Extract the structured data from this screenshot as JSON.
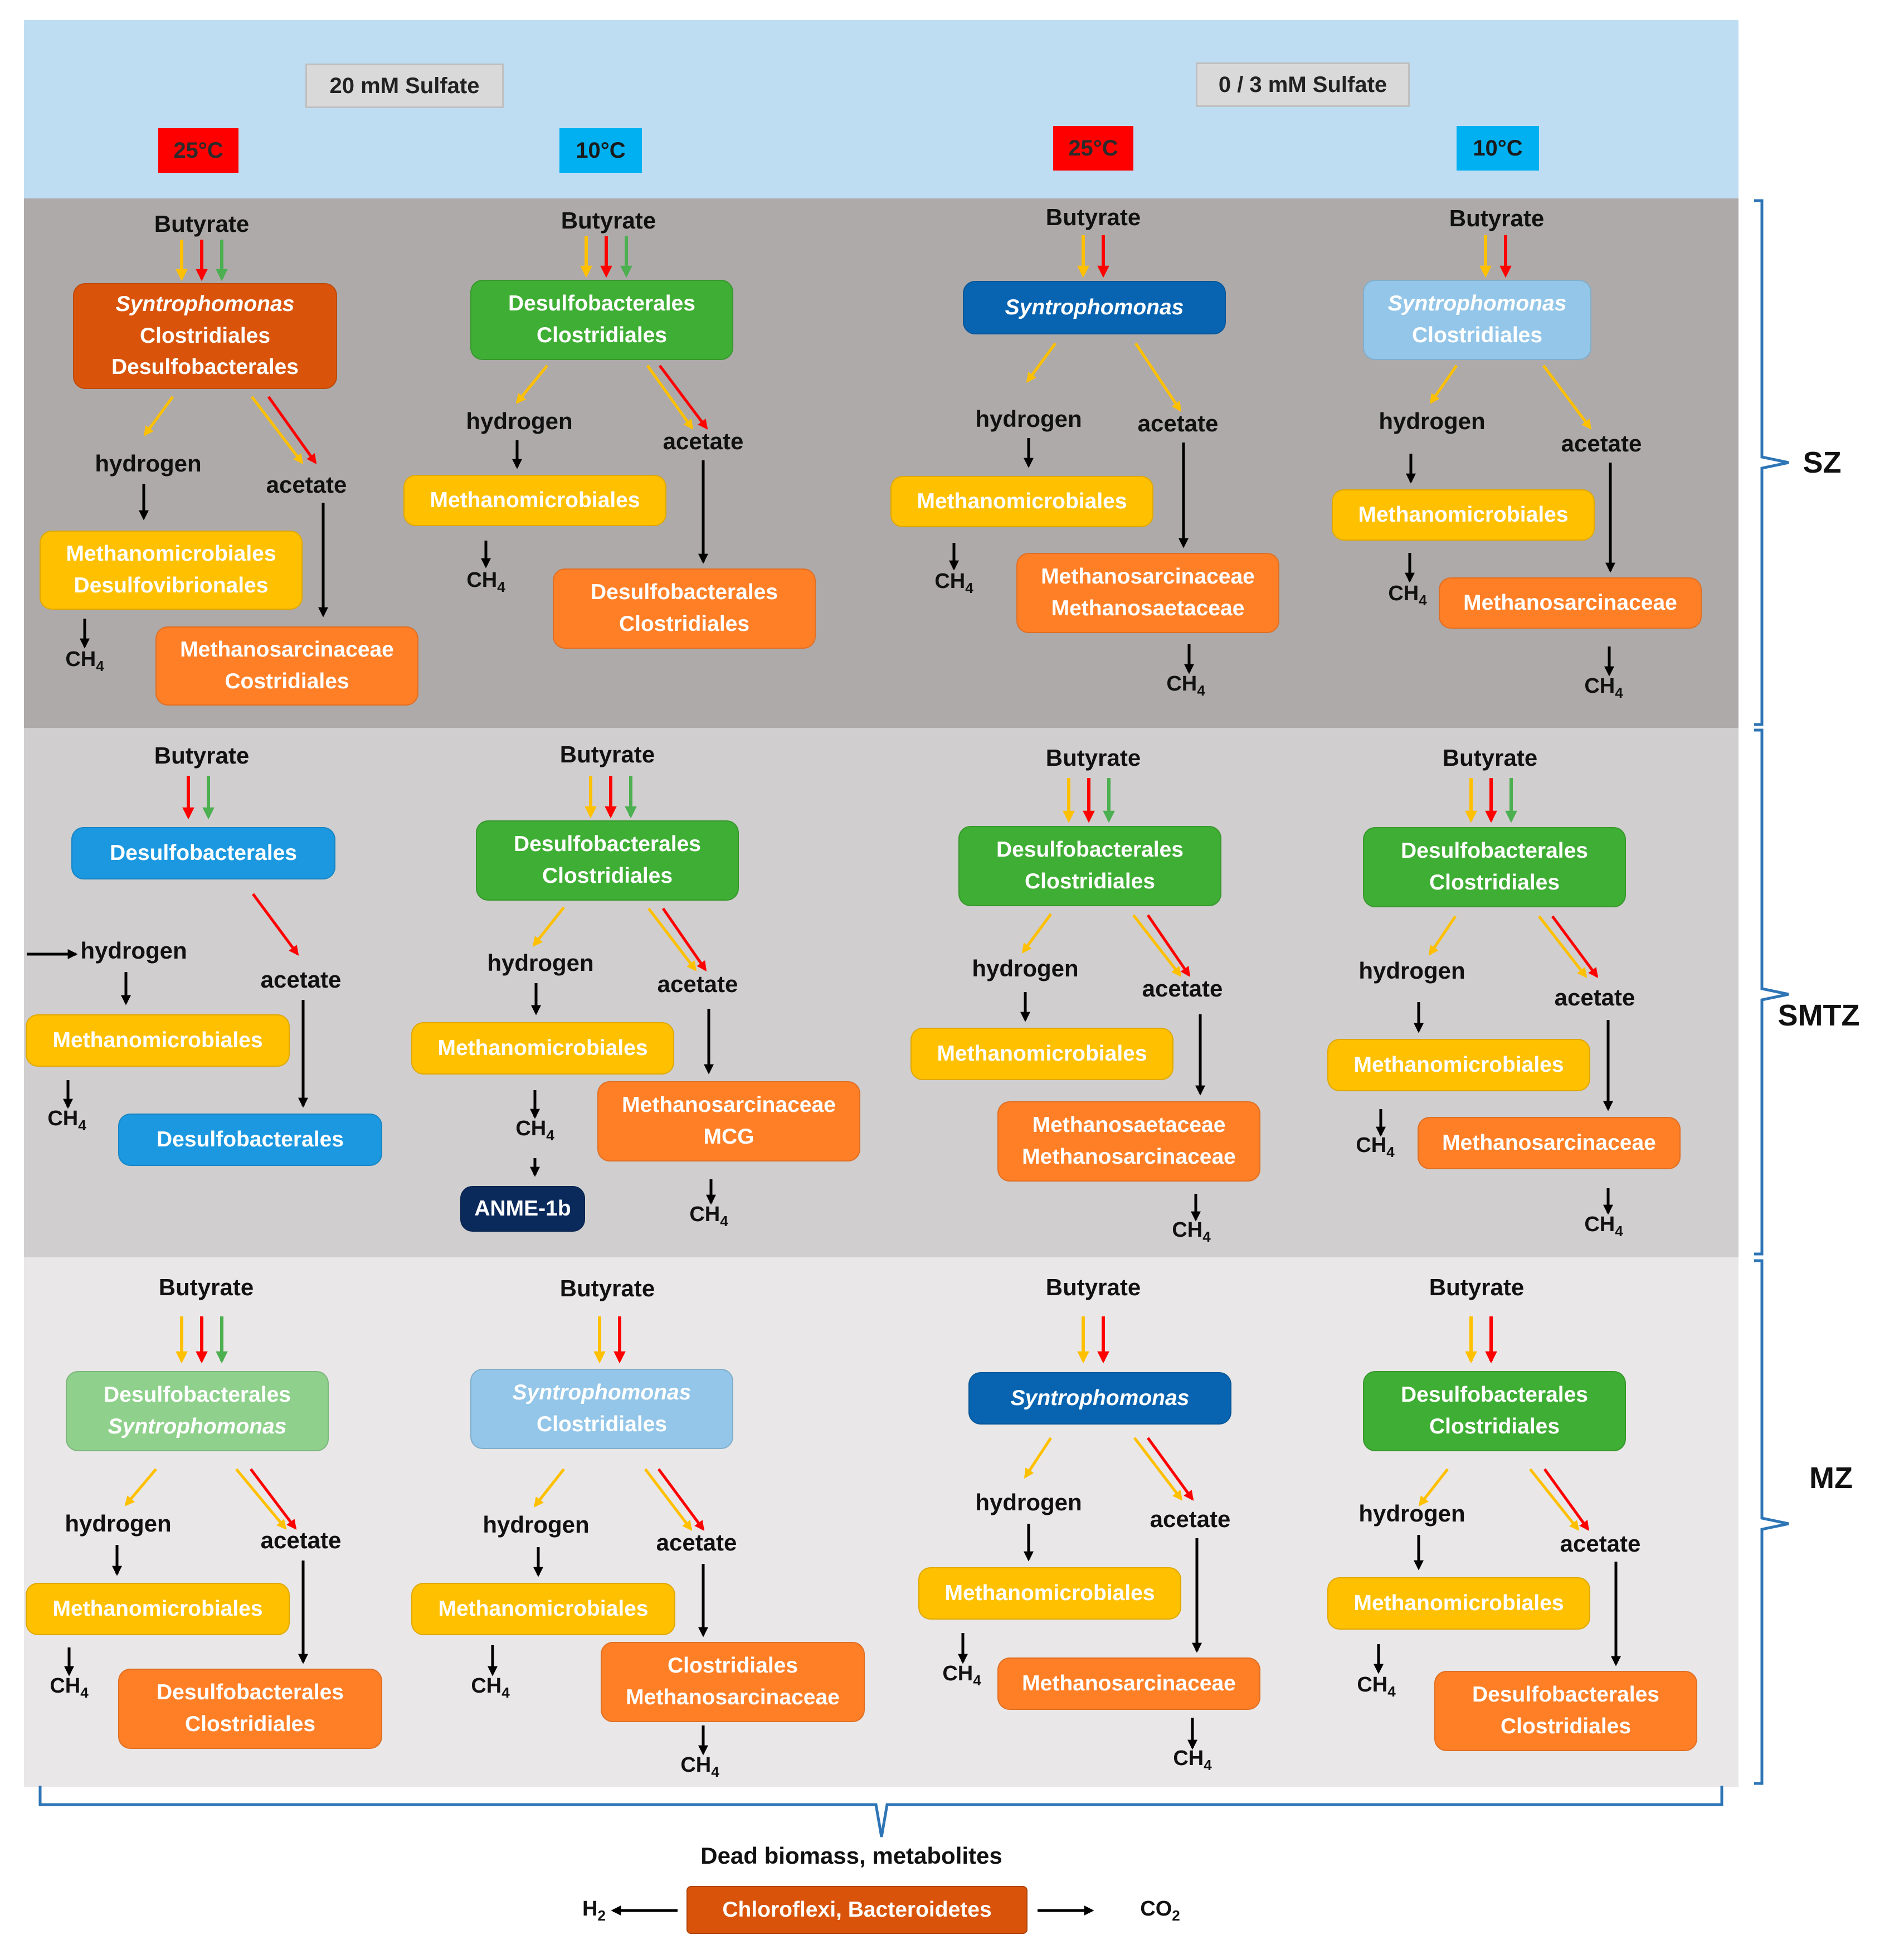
{
  "conditions": {
    "high_sulfate": "20 mM Sulfate",
    "low_sulfate": "0 / 3 mM Sulfate",
    "temp_25": "25°C",
    "temp_10": "10°C"
  },
  "zones": {
    "sz": "SZ",
    "smtz": "SMTZ",
    "mz": "MZ"
  },
  "labels": {
    "butyrate": "Butyrate",
    "hydrogen": "hydrogen",
    "acetate": "acetate",
    "ch4_base": "CH",
    "ch4_sub": "4"
  },
  "colors": {
    "top_band": "#bfddf2",
    "sz_band": "#aeaaaa",
    "smtz_band": "#d0cece",
    "mz_band": "#e9e7e7",
    "arrow_yellow": "#ffc000",
    "arrow_red": "#ff0000",
    "arrow_green": "#4caf50",
    "arrow_black": "#000000",
    "bracket": "#2e75b6",
    "box_yellow": "#ffc000",
    "box_orange": "#ff7f27",
    "box_dark_orange": "#d9540a",
    "box_green": "#3fae34",
    "box_light_green": "#8fd18c",
    "box_blue": "#1b98e0",
    "box_dark_blue": "#0864b0",
    "box_light_blue": "#93c6e8",
    "box_navy": "#0b2a5c"
  },
  "cells": {
    "sz_25_high": {
      "fermenters": [
        "Syntrophomonas",
        "Clostridiales",
        "Desulfobacterales"
      ],
      "hydrogen_users": [
        "Methanomicrobiales",
        "Desulfovibrionales"
      ],
      "acetate_users": [
        "Methanosarcinaceae",
        "Costridiales"
      ]
    },
    "sz_10_high": {
      "fermenters": [
        "Desulfobacterales",
        "Clostridiales"
      ],
      "hydrogen_users": [
        "Methanomicrobiales"
      ],
      "acetate_users": [
        "Desulfobacterales",
        "Clostridiales"
      ]
    },
    "sz_25_low": {
      "fermenters": [
        "Syntrophomonas"
      ],
      "hydrogen_users": [
        "Methanomicrobiales"
      ],
      "acetate_users": [
        "Methanosarcinaceae",
        "Methanosaetaceae"
      ]
    },
    "sz_10_low": {
      "fermenters": [
        "Syntrophomonas",
        "Clostridiales"
      ],
      "hydrogen_users": [
        "Methanomicrobiales"
      ],
      "acetate_users": [
        "Methanosarcinaceae"
      ]
    },
    "smtz_25_high": {
      "fermenters": [
        "Desulfobacterales"
      ],
      "hydrogen_users": [
        "Methanomicrobiales"
      ],
      "acetate_users": [
        "Desulfobacterales"
      ]
    },
    "smtz_10_high": {
      "fermenters": [
        "Desulfobacterales",
        "Clostridiales"
      ],
      "hydrogen_users": [
        "Methanomicrobiales"
      ],
      "acetate_users": [
        "Methanosarcinaceae",
        "MCG"
      ],
      "methane_oxidizer": "ANME-1b"
    },
    "smtz_25_low": {
      "fermenters": [
        "Desulfobacterales",
        "Clostridiales"
      ],
      "hydrogen_users": [
        "Methanomicrobiales"
      ],
      "acetate_users": [
        "Methanosaetaceae",
        "Methanosarcinaceae"
      ]
    },
    "smtz_10_low": {
      "fermenters": [
        "Desulfobacterales",
        "Clostridiales"
      ],
      "hydrogen_users": [
        "Methanomicrobiales"
      ],
      "acetate_users": [
        "Methanosarcinaceae"
      ]
    },
    "mz_25_high": {
      "fermenters": [
        "Desulfobacterales",
        "Syntrophomonas"
      ],
      "hydrogen_users": [
        "Methanomicrobiales"
      ],
      "acetate_users": [
        "Desulfobacterales",
        "Clostridiales"
      ]
    },
    "mz_10_high": {
      "fermenters": [
        "Syntrophomonas",
        "Clostridiales"
      ],
      "hydrogen_users": [
        "Methanomicrobiales"
      ],
      "acetate_users": [
        "Clostridiales",
        "Methanosarcinaceae"
      ]
    },
    "mz_25_low": {
      "fermenters": [
        "Syntrophomonas"
      ],
      "hydrogen_users": [
        "Methanomicrobiales"
      ],
      "acetate_users": [
        "Methanosarcinaceae"
      ]
    },
    "mz_10_low": {
      "fermenters": [
        "Desulfobacterales",
        "Clostridiales"
      ],
      "hydrogen_users": [
        "Methanomicrobiales"
      ],
      "acetate_users": [
        "Desulfobacterales",
        "Clostridiales"
      ]
    }
  },
  "bottom": {
    "dead_biomass": "Dead biomass, metabolites",
    "degraders": "Chloroflexi, Bacteroidetes",
    "h2_base": "H",
    "h2_sub": "2",
    "co2_base": "CO",
    "co2_sub": "2"
  }
}
